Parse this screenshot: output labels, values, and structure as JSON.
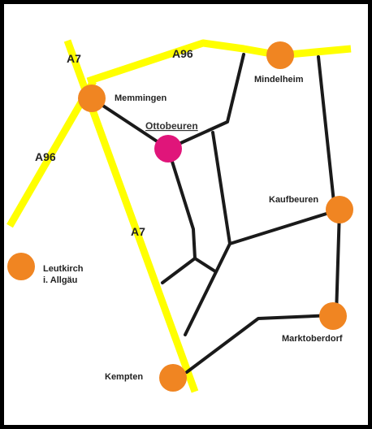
{
  "map": {
    "colors": {
      "highway": "#ffff00",
      "road": "#1a1a1a",
      "town": "#f08522",
      "highlight": "#e0157a",
      "border": "#000000",
      "background": "#ffffff"
    },
    "highway_labels": {
      "a7_north": "A7",
      "a96_west": "A96",
      "a96_east": "A96",
      "a7_south": "A7"
    },
    "towns": {
      "memmingen": "Memmingen",
      "mindelheim": "Mindelheim",
      "ottobeuren": "Ottobeuren",
      "kaufbeuren": "Kaufbeuren",
      "leutkirch_line1": "Leutkirch",
      "leutkirch_line2": "i. Allgäu",
      "marktoberdorf": "Marktoberdorf",
      "kempten": "Kempten"
    }
  }
}
